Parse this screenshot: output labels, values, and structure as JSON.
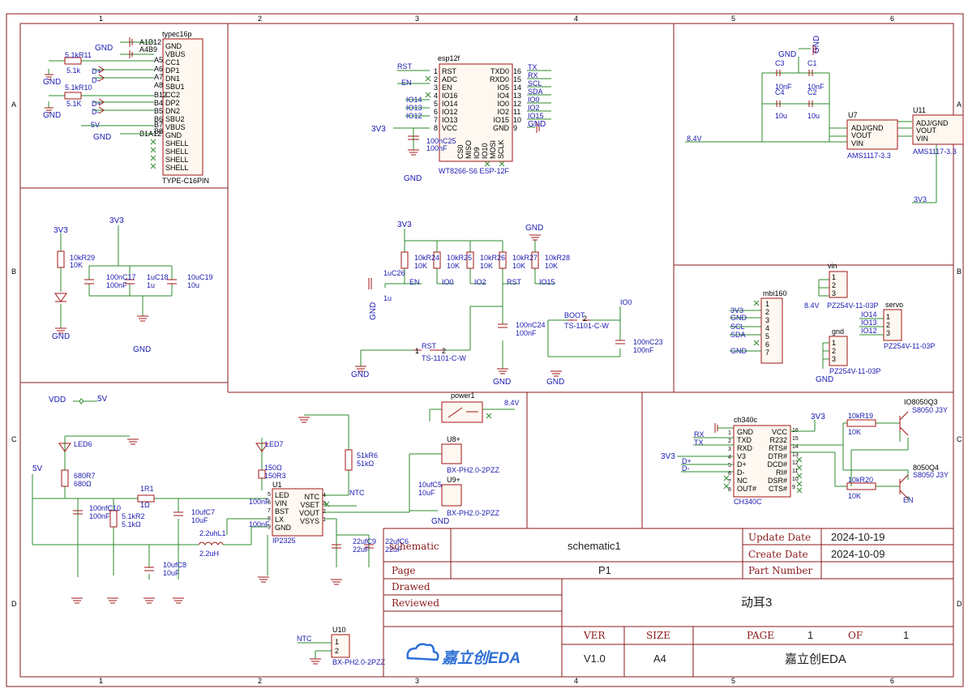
{
  "frame": {
    "col_marks": [
      "1",
      "2",
      "3",
      "4",
      "5",
      "6"
    ],
    "row_marks": [
      "A",
      "B",
      "C",
      "D"
    ]
  },
  "blocks": {
    "usb": {
      "ref": "typec16p",
      "footprint": "TYPE-C16PIN",
      "pins_left": [
        "A1B12",
        "A4B9",
        "A5",
        "A6",
        "A7",
        "A8",
        "B12",
        "B4",
        "B5",
        "B6",
        "B7",
        "B8",
        "B4A9",
        "B1A12"
      ],
      "pins_right": [
        "GND",
        "VBUS",
        "CC1",
        "DP1",
        "DN1",
        "SBU1",
        "CC2",
        "DP2",
        "DN2",
        "SBU2",
        "VBUS",
        "GND",
        "SHELL",
        "SHELL",
        "SHELL",
        "SHELL"
      ],
      "r1": "5.1kR11",
      "r1_val": "5.1k",
      "r2": "5.1kR10",
      "r2_val": "5.1K",
      "dplus": "D+",
      "dminus": "D-",
      "gnd": "GND",
      "vbus": "5V"
    },
    "esp": {
      "ref": "esp12f",
      "footprint": "WT8266-S6 ESP-12F",
      "pins_left": [
        "RST",
        "ADC",
        "EN",
        "IO16",
        "IO14",
        "IO12",
        "IO13",
        "VCC"
      ],
      "pins_left_nums": [
        "1",
        "2",
        "3",
        "4",
        "5",
        "6",
        "7",
        "8"
      ],
      "pins_right": [
        "TXD0",
        "RXD0",
        "IO5",
        "IO4",
        "IO0",
        "IO2",
        "IO15",
        "GND"
      ],
      "pins_right_nums": [
        "16",
        "15",
        "14",
        "13",
        "12",
        "11",
        "10",
        "9"
      ],
      "pins_bottom": [
        "CS0",
        "MISO",
        "IO9",
        "IO10",
        "MOSI",
        "SCLK"
      ],
      "nets_left": [
        "RST",
        "EN",
        "IO14",
        "IO13",
        "IO12",
        "3V3"
      ],
      "nets_right": [
        "TX",
        "RX",
        "SCL",
        "SDA",
        "IO0",
        "IO2",
        "IO15",
        "GND"
      ],
      "cap": "100nC25",
      "cap_val": "100nF",
      "gnd": "GND"
    },
    "ldo": {
      "caps": [
        "C3",
        "C1",
        "C4",
        "C2"
      ],
      "cap_vals": [
        "10nF",
        "10nF",
        "10u",
        "10u"
      ],
      "u7": "U7",
      "u7_part": "AMS1117-3.3",
      "u11": "U11",
      "u11_part": "AMS1117-3.3",
      "pins": [
        "ADJ/GND",
        "VOUT",
        "VIN"
      ],
      "pin_nums": [
        "1",
        "2",
        "3"
      ],
      "vin": "8.4V",
      "vout": "3V3",
      "gnd": "GND"
    },
    "led_block": {
      "v1": "3V3",
      "v2": "3V3",
      "r": "10kR29",
      "r_val": "10K",
      "caps": [
        "100nC17",
        "1uC18",
        "10uC19"
      ],
      "cap_vals": [
        "100nF",
        "1u",
        "10u"
      ],
      "gnd1": "GND",
      "gnd2": "GND"
    },
    "pullups": {
      "v": "3V3",
      "resistors": [
        "10kR24",
        "10kR25",
        "10kR26",
        "10kR27",
        "10kR28"
      ],
      "res_vals": [
        "10K",
        "10K",
        "10K",
        "10K",
        "10K"
      ],
      "nets": [
        "EN",
        "IO0",
        "IO2",
        "RST",
        "IO15"
      ],
      "cap1": "1uC26",
      "cap1_val": "1u",
      "cap2": "100nC24",
      "cap2_val": "100nF",
      "cap3": "100nC23",
      "cap3_val": "100nF",
      "sw1_net": "RST",
      "sw1": "TS-1101-C-W",
      "sw2_net": "BOOT",
      "sw2": "TS-1101-C-W",
      "io0": "IO0",
      "gnd": "GND",
      "sw_pins": [
        "1",
        "2"
      ]
    },
    "connectors": {
      "vin": {
        "ref": "vin",
        "pins": [
          "1",
          "2",
          "3"
        ],
        "net": "8.4V",
        "part": "PZ254V-11-03P"
      },
      "mbi": {
        "ref": "mbi160",
        "pins": [
          "1",
          "2",
          "3",
          "4",
          "5",
          "6",
          "7"
        ],
        "nets": [
          "3V3",
          "GND",
          "SCL",
          "SDA",
          "GND"
        ]
      },
      "servo": {
        "ref": "servo",
        "pins": [
          "1",
          "2",
          "3"
        ],
        "nets": [
          "IO14",
          "IO13",
          "IO12"
        ],
        "part": "PZ254V-11-03P"
      },
      "gnd": {
        "ref": "gnd",
        "pins": [
          "1",
          "2",
          "3"
        ],
        "net": "GND",
        "part": "PZ254V-11-03P"
      }
    },
    "power": {
      "vdd": "VDD",
      "v5": "5V",
      "led6": "LED6",
      "r7": "680R7",
      "r7_val": "680Ω",
      "r1": "1R1",
      "r1_val": "1Ω",
      "c10": "100nfC10",
      "c10_val": "100nF",
      "r2": "5.1kR2",
      "r2_val": "5.1kΩ",
      "c7": "10ufC7",
      "c7_val": "10uF",
      "l1": "2.2uhL1",
      "l1_val": "2.2uH",
      "c8": "10ufC8",
      "c8_val": "10uF",
      "led7": "LED7",
      "r3": "150Ω",
      "r3_ref": "150R3",
      "u1": "U1",
      "u1_part": "IP2325",
      "pins_left": [
        "LED",
        "VIN",
        "BST",
        "LX",
        "GND"
      ],
      "pins_left_nums": [
        "5",
        "6",
        "7",
        "8",
        "9"
      ],
      "pins_right": [
        "NTC",
        "VSET",
        "VOUT",
        "VSYS"
      ],
      "pins_right_nums": [
        "4",
        "3",
        "2",
        "1"
      ],
      "cf": "100nF",
      "r6": "51kR6",
      "r6_val": "51kΩ",
      "ntc": "NTC",
      "c9": "22ufC9",
      "c9_val": "22uF",
      "c6": "22ufC6",
      "c6_val": "22uF",
      "sw": "power1",
      "sw_net": "8.4V",
      "u8": "U8+",
      "u9": "U9+",
      "conn": "BX-PH2.0-2PZZ",
      "c5": "10ufC5",
      "c5_val": "10uF",
      "gnd": "GND",
      "v5b": "5V"
    },
    "ch340": {
      "ref": "ch340c",
      "part": "CH340C",
      "pins_left": [
        "GND",
        "TXD",
        "RXD",
        "V3",
        "D+",
        "D-",
        "NC",
        "OUT#"
      ],
      "pins_left_nums": [
        "1",
        "2",
        "3",
        "4",
        "5",
        "6",
        "7",
        "8"
      ],
      "pins_right": [
        "VCC",
        "R232",
        "RTS#",
        "DTR#",
        "DCD#",
        "RI#",
        "DSR#",
        "CTS#"
      ],
      "pins_right_nums": [
        "16",
        "15",
        "14",
        "13",
        "12",
        "11",
        "10",
        "9"
      ],
      "nets_left": [
        "RX",
        "TX",
        "3V3",
        "D+",
        "D-"
      ],
      "v": "3V3",
      "r19": "10kR19",
      "r19_val": "10K",
      "r20": "10kR20",
      "r20_val": "10K",
      "q3": "IO8050Q3",
      "q3_part": "S8050 J3Y",
      "q4": "8050Q4",
      "q4_part": "S8050 J3Y",
      "en": "EN"
    },
    "ntc_conn": {
      "net": "NTC",
      "ref": "U10",
      "pins": [
        "1",
        "2"
      ],
      "part": "BX-PH2.0-2PZZ"
    }
  },
  "title_block": {
    "left_label": "schematic",
    "title": "schematic1",
    "update_label": "Update Date",
    "update_value": "2024-10-19",
    "create_label": "Create Date",
    "create_value": "2024-10-09",
    "page_label": "Page",
    "page_value": "P1",
    "part_label": "Part Number",
    "drawed_label": "Drawed",
    "reviewed_label": "Reviewed",
    "project": "动耳3",
    "ver_label": "VER",
    "ver_value": "V1.0",
    "size_label": "SIZE",
    "size_value": "A4",
    "pg_label": "PAGE",
    "pg_value": "1",
    "of_label": "OF",
    "of_value": "1",
    "brand": "嘉立创EDA",
    "company": "嘉立创EDA"
  },
  "colors": {
    "wire": "#2e8b2e",
    "part": "#a31515",
    "label": "#1a1ab3",
    "frame": "#8b1a1a"
  }
}
